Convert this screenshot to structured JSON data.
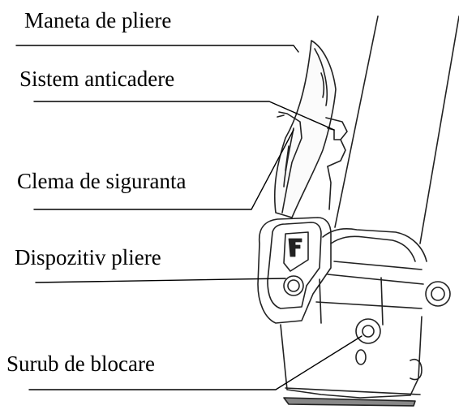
{
  "colors": {
    "ink": "#000000",
    "background": "#ffffff"
  },
  "labels": [
    {
      "text": "Maneta de pliere"
    },
    {
      "text": "Sistem anticadere"
    },
    {
      "text": "Clema de siguranta"
    },
    {
      "text": "Dispozitiv pliere"
    },
    {
      "text": "Surub de blocare"
    }
  ],
  "emblem_letter": "F"
}
